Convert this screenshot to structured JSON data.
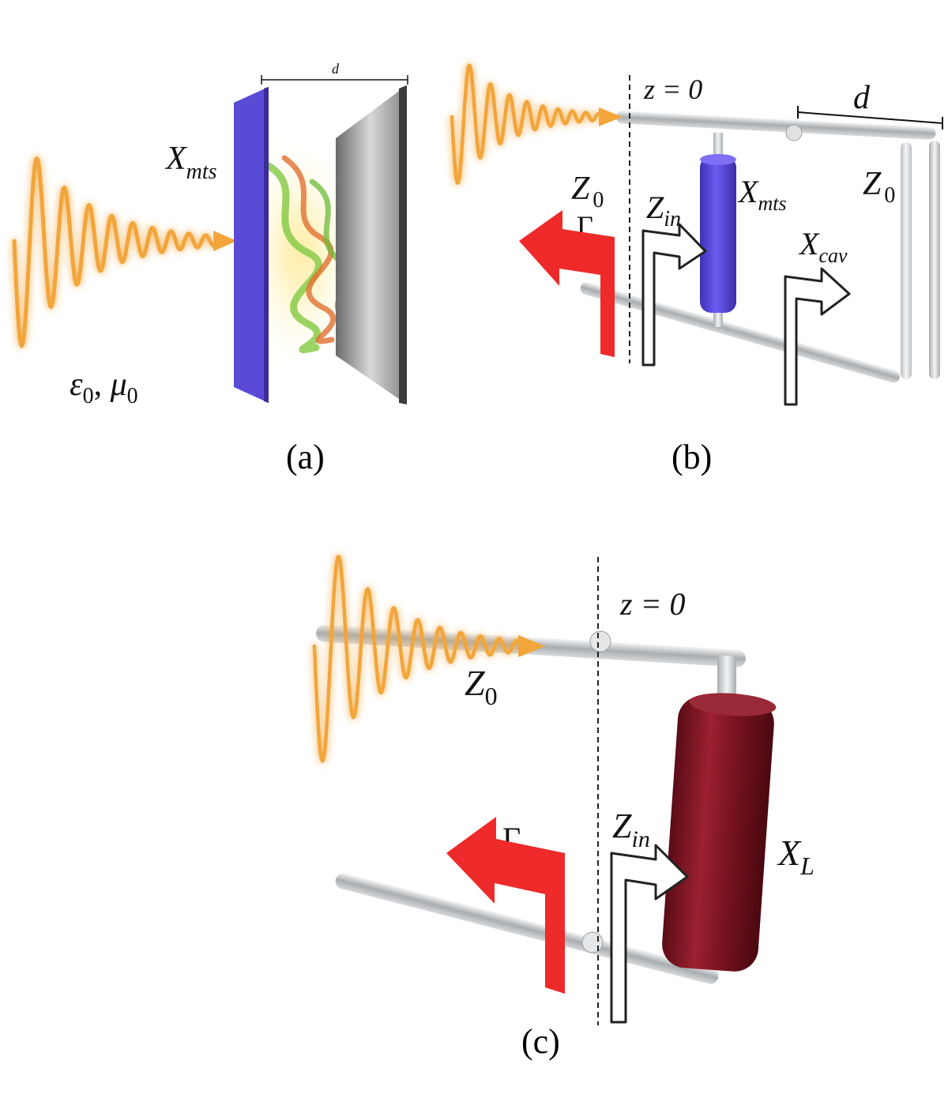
{
  "colors": {
    "wave": "#f2a53a",
    "wave_glow": "#ffd27a",
    "metasurface": "#5a4bd6",
    "ground_plate": "#8e8e8e",
    "load": "#7a1420",
    "gamma_arrow": "#ee2a2a",
    "line": "#bfc3c6"
  },
  "panels": {
    "a": {
      "caption": "(a)",
      "d": "d",
      "X": "X",
      "X_sub": "mts",
      "eps": "ε",
      "eps_sub": "0",
      "comma": ", ",
      "mu": "μ",
      "mu_sub": "0"
    },
    "b": {
      "caption": "(b)",
      "z0": "z = 0",
      "d": "d",
      "Z0_left": "Z",
      "Z0_left_sub": "0",
      "Z0_right": "Z",
      "Z0_right_sub": "0",
      "Zin": "Z",
      "Zin_sub": "in",
      "Xmts": "X",
      "Xmts_sub": "mts",
      "Xcav": "X",
      "Xcav_sub": "cav",
      "gamma": "Γ"
    },
    "c": {
      "caption": "(c)",
      "z0": "z = 0",
      "Z0": "Z",
      "Z0_sub": "0",
      "Zin": "Z",
      "Zin_sub": "in",
      "XL": "X",
      "XL_sub": "L",
      "gamma": "Γ"
    }
  }
}
